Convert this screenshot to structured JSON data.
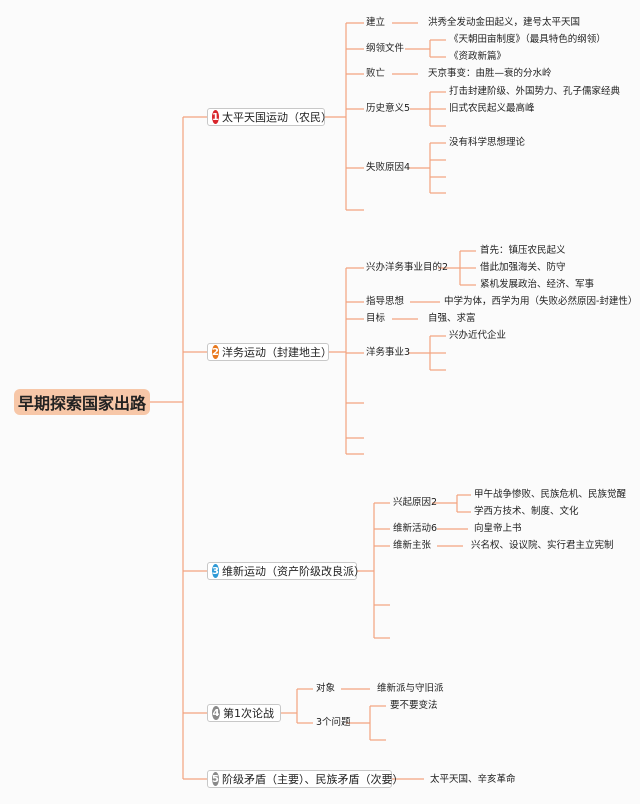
{
  "root": "早期探索国家出路",
  "colors": {
    "line": "#f3a37f",
    "n1": "#d9262c",
    "n2": "#e8781e",
    "n3": "#2f9ad6",
    "n4": "#8a8a8a",
    "n5": "#8a8a8a"
  },
  "b1": {
    "num": "1",
    "label": "太平天国运动（农民）",
    "c1": "建立",
    "c1a": "洪秀全发动金田起义，建号太平天国",
    "c2": "纲领文件",
    "c2a": "《天朝田亩制度》（最具特色的纲领）",
    "c2b": "《资政新篇》",
    "c3": "败亡",
    "c3a": "天京事变：由胜—衰的分水岭",
    "c4": "历史意义5",
    "c4a": "打击封建阶级、外国势力、孔子儒家经典",
    "c4b": "旧式农民起义最高峰",
    "c5": "失败原因4",
    "c5a": "没有科学思想理论"
  },
  "b2": {
    "num": "2",
    "label": "洋务运动（封建地主）",
    "c1": "兴办洋务事业目的2",
    "c1a": "首先：镇压农民起义",
    "c1b": "借此加强海关、防守",
    "c1c": "紧机发展政治、经济、军事",
    "c2": "指导思想",
    "c2a": "中学为体，西学为用（失败必然原因-封建性）",
    "c3": "目标",
    "c3a": "自强、求富",
    "c4": "洋务事业3",
    "c4a": "兴办近代企业"
  },
  "b3": {
    "num": "3",
    "label": "维新运动（资产阶级改良派）",
    "c1": "兴起原因2",
    "c1a": "甲午战争惨败、民族危机、民族觉醒",
    "c1b": "学西方技术、制度、文化",
    "c2": "维新活动6",
    "c2a": "向皇帝上书",
    "c3": "维新主张",
    "c3a": "兴名权、设议院、实行君主立宪制"
  },
  "b4": {
    "num": "4",
    "label": "第1次论战",
    "c1": "对象",
    "c1a": "维新派与守旧派",
    "c2": "3个问题",
    "c2a": "要不要变法"
  },
  "b5": {
    "num": "5",
    "label": "阶级矛盾（主要）、民族矛盾（次要）",
    "c1a": "太平天国、辛亥革命"
  }
}
